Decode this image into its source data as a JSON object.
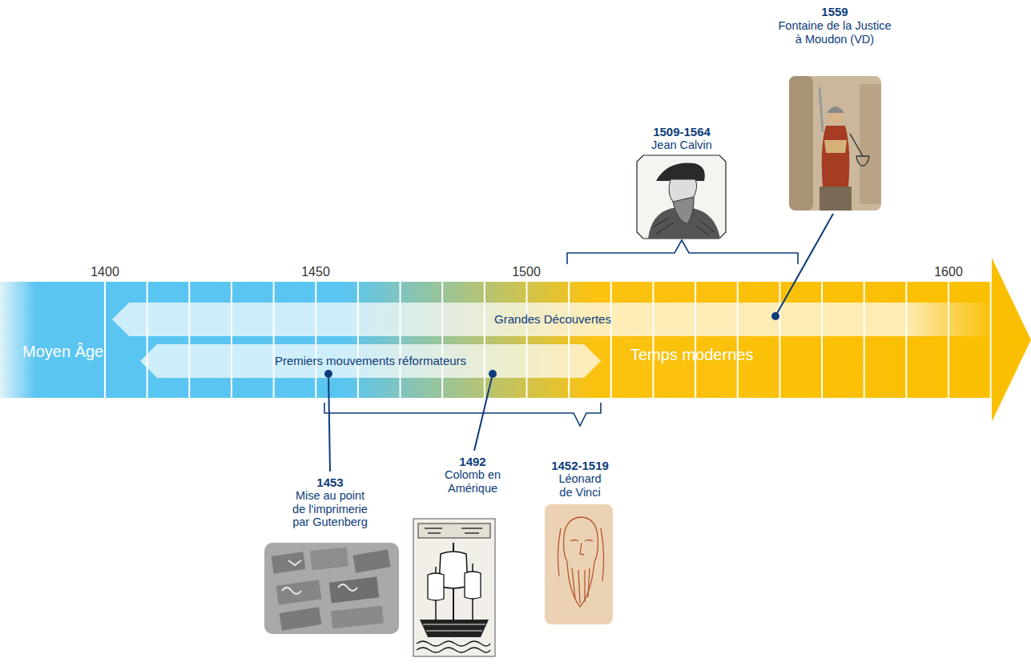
{
  "diagram": {
    "nodes": [
      {
        "text": [
          "Moyen Âge",
          "Temps modernes"
        ]
      },
      {
        "text": [
          "Grandes Découvertes"
        ],
        "in": 0
      },
      {
        "text": [
          "Premiers mouvements réformateurs"
        ],
        "in": 0
      }
    ],
    "labels": [
      "1400",
      "1450",
      "1500",
      "1600",
      "1509-1564",
      "Jean Calvin",
      "1559",
      "Fontaine de la Justice à Moudon (VD)",
      "1453",
      "Mise au point de l'imprimerie par Gutenberg",
      "1492",
      "Colomb en Amérique",
      "1452-1519",
      "Léonard de Vinci"
    ]
  }
}
